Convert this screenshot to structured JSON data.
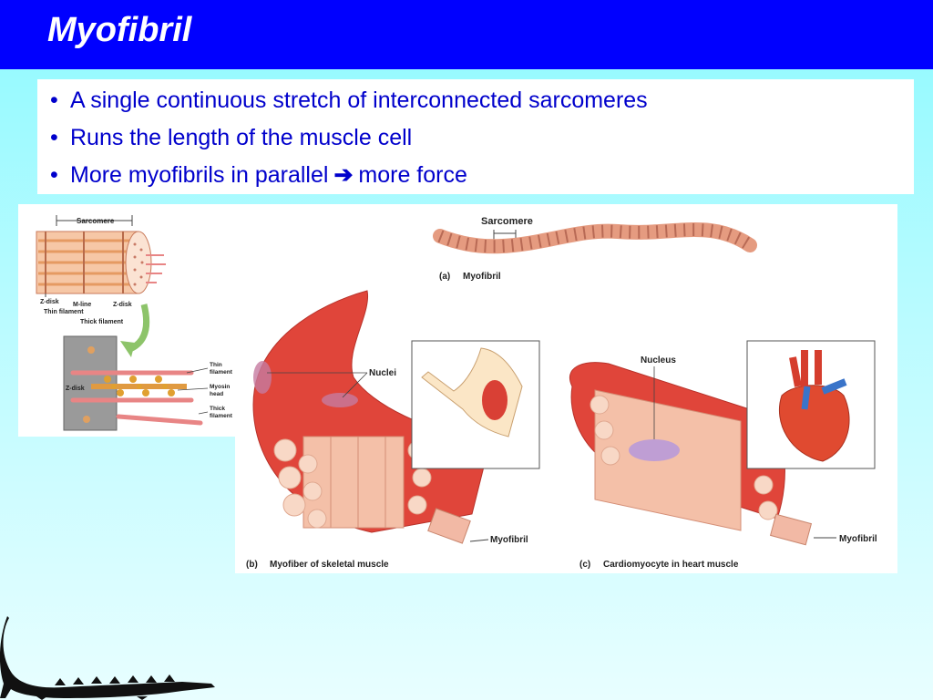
{
  "slide": {
    "title": "Myofibril",
    "bullets": [
      "A single continuous stretch of interconnected sarcomeres",
      "Runs the length of the muscle cell",
      {
        "before": "More myofibrils in parallel",
        "arrow": "➔",
        "after": "more force"
      }
    ]
  },
  "left_diagram": {
    "labels": {
      "sarcomere": "Sarcomere",
      "z_disk_1": "Z-disk",
      "m_line": "M-line",
      "z_disk_2": "Z-disk",
      "thin_filament": "Thin filament",
      "thick_filament": "Thick filament",
      "z_disk_3": "Z-disk",
      "thin_filament_2a": "Thin",
      "thin_filament_2b": "filament",
      "myosin_head_a": "Myosin",
      "myosin_head_b": "head",
      "thick_filament_2a": "Thick",
      "thick_filament_2b": "filament"
    }
  },
  "right_diagram": {
    "labels": {
      "sarcomere": "Sarcomere",
      "a_letter": "(a)",
      "a_caption": "Myofibril",
      "nuclei": "Nuclei",
      "nucleus": "Nucleus",
      "myofibril_b": "Myofibril",
      "myofibril_c": "Myofibril",
      "b_letter": "(b)",
      "b_caption": "Myofiber of skeletal muscle",
      "c_letter": "(c)",
      "c_caption": "Cardiomyocyte in heart muscle"
    }
  },
  "colors": {
    "title_bar": "#0000ff",
    "bullet_text": "#0000cc",
    "muscle_red": "#e0453a",
    "fibril_pink": "#f2b9a5"
  },
  "icons": [
    "crocodile-silhouette-icon",
    "heart-icon",
    "arm-icon"
  ]
}
